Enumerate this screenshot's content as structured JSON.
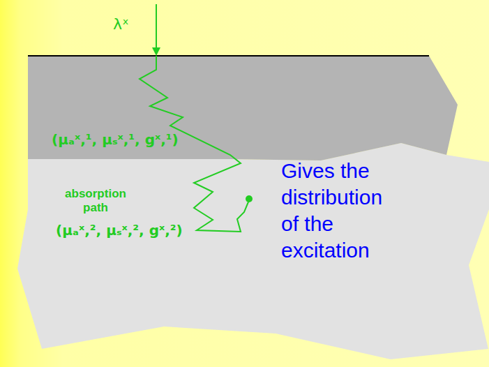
{
  "diagram": {
    "labels": [
      "λˣ",
      "(μₐˣ,¹, μₛˣ,¹, gˣ,¹)",
      "absorption path",
      "(μₐˣ,², μₛˣ,², gˣ,²)",
      "Gives the distribution of the excitation"
    ]
  }
}
